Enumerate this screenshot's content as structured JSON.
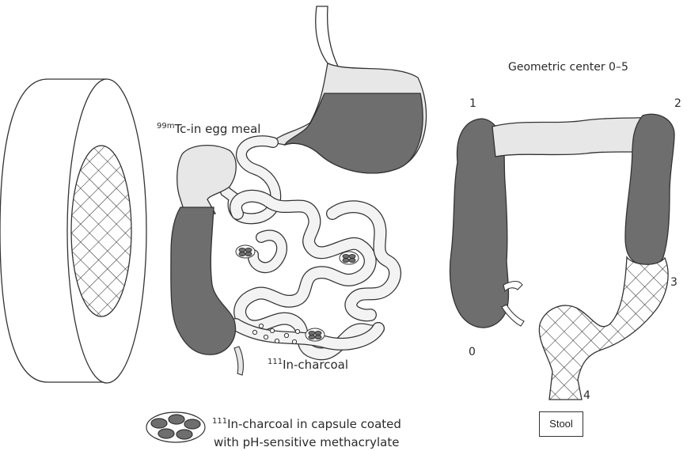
{
  "colors": {
    "outline": "#333333",
    "dark_fill": "#6e6e6e",
    "light_fill": "#e7e7e7",
    "white": "#ffffff"
  },
  "icons": [
    "gamma-camera-icon",
    "capsule-icon",
    "crosshatch-pattern"
  ],
  "labels": {
    "egg_meal_sup": "99m",
    "egg_meal_text": "Tc-in egg meal",
    "charcoal_sup": "111",
    "charcoal_text": "In-charcoal",
    "capsule_sup": "111",
    "capsule_line1": "In-charcoal in capsule coated",
    "capsule_line2": "with pH-sensitive methacrylate",
    "geometric_center": "Geometric center 0–5",
    "stool": "Stool"
  },
  "colon_regions": [
    "0",
    "1",
    "2",
    "3",
    "4"
  ]
}
